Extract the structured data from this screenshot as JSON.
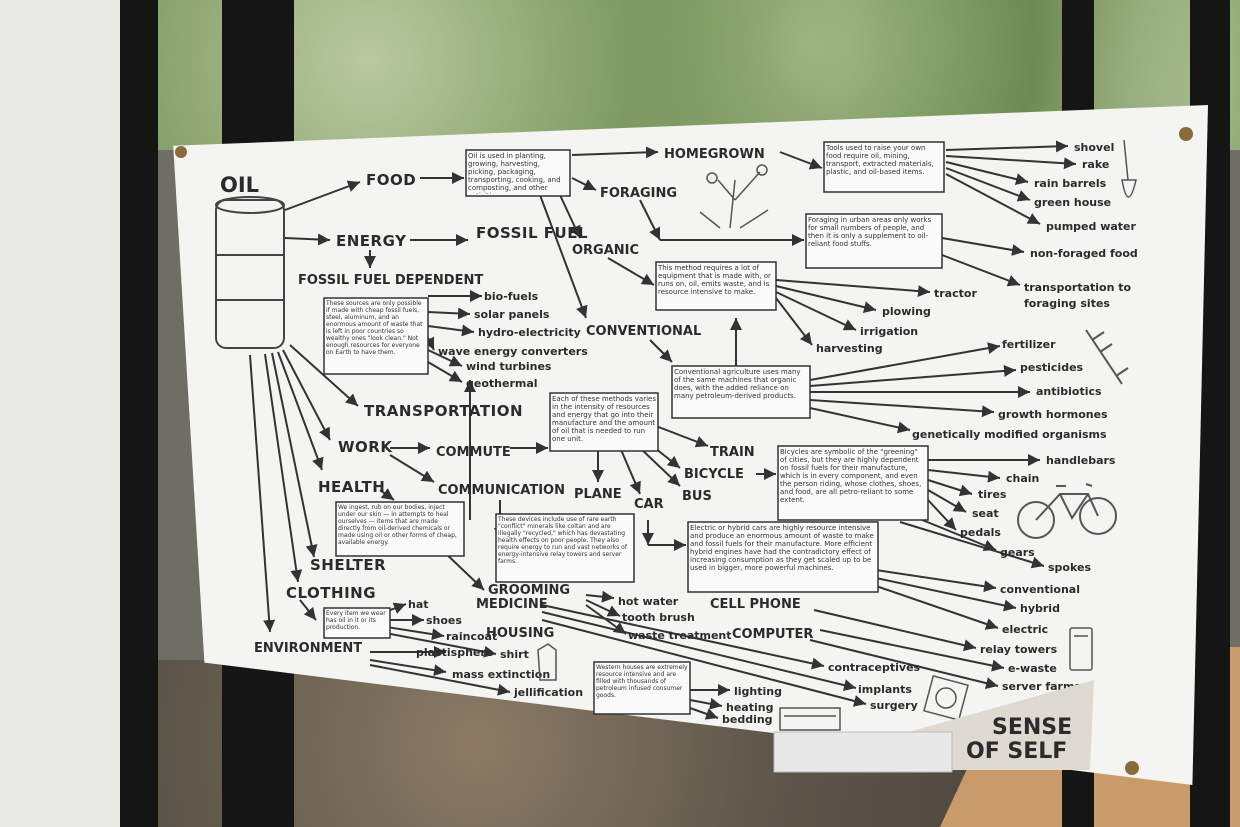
{
  "title": "OIL",
  "categories": {
    "food": "FOOD",
    "energy": "ENERGY",
    "fossil_fuel": "FOSSIL FUEL",
    "fossil_fuel_dependent": "FOSSIL FUEL DEPENDENT",
    "transportation": "TRANSPORTATION",
    "work": "WORK",
    "commute": "COMMUTE",
    "communication": "COMMUNICATION",
    "health": "HEALTH",
    "shelter": "SHELTER",
    "clothing": "CLOTHING",
    "environment": "ENVIRONMENT",
    "homegrown": "HOMEGROWN",
    "foraging": "FORAGING",
    "organic": "ORGANIC",
    "conventional": "CONVENTIONAL",
    "train": "TRAIN",
    "bicycle": "BICYCLE",
    "bus": "BUS",
    "plane": "PLANE",
    "car": "CAR",
    "grooming": "GROOMING",
    "medicine": "MEDICINE",
    "housing": "HOUSING",
    "cell_phone": "CELL PHONE",
    "computer": "COMPUTER"
  },
  "items": {
    "homegrown_tools": [
      "shovel",
      "rake",
      "rain barrels",
      "green house",
      "pumped water"
    ],
    "foraging": [
      "non-foraged food",
      "transportation to",
      "foraging sites"
    ],
    "organic": [
      "tractor",
      "plowing",
      "irrigation",
      "harvesting"
    ],
    "conventional": [
      "fertilizer",
      "pesticides",
      "antibiotics",
      "growth hormones",
      "genetically modified organisms"
    ],
    "energy": [
      "bio-fuels",
      "solar panels",
      "hydro-electricity",
      "wave energy converters",
      "wind turbines",
      "geothermal"
    ],
    "bicycle": [
      "handlebars",
      "chain",
      "tires",
      "seat",
      "pedals",
      "gears",
      "spokes"
    ],
    "car": [
      "conventional",
      "hybrid",
      "electric"
    ],
    "computer": [
      "relay towers",
      "e-waste",
      "server farms"
    ],
    "grooming": [
      "hot water",
      "tooth brush",
      "waste treatment"
    ],
    "medicine": [
      "contraceptives",
      "implants",
      "surgery"
    ],
    "clothing": [
      "hat",
      "shoes",
      "raincoat",
      "shirt"
    ],
    "environment": [
      "plastisphere",
      "mass extinction",
      "jellification"
    ],
    "housing": [
      "lighting",
      "heating",
      "bedding"
    ]
  },
  "notes": {
    "food": "Oil is used in planting, growing, harvesting, picking, packaging, transporting, cooking, and composting, and other activities.",
    "homegrown": "Tools used to raise your own food require oil, mining, transport, extracted materials, plastic, and oil-based items.",
    "foraging": "Foraging in urban areas only works for small numbers of people, and then it is only a supplement to oil-reliant food stuffs.",
    "organic": "This method requires a lot of equipment that is made with, or runs on, oil, emits waste, and is resource intensive to make.",
    "conventional": "Conventional agriculture uses many of the same machines that organic does, with the added reliance on many petroleum-derived products.",
    "energy": "These sources are only possible if made with cheap fossil fuels, steel, aluminum, and an enormous amount of waste that is left in poor countries so wealthy ones \"look clean.\" Not enough resources for everyone on Earth to have them.",
    "transportation": "Each of these methods varies in the intensity of resources and energy that go into their manufacture and the amount of oil that is needed to run one unit.",
    "bicycle": "Bicycles are symbolic of the \"greening\" of cities, but they are highly dependent on fossil fuels for their manufacture, which is in every component, and even the person riding, whose clothes, shoes, and food, are all petro-reliant to some extent.",
    "health": "We ingest, rub on our bodies, inject under our skin — in attempts to heal ourselves — items that are made directly from oil-derived chemicals or made using oil or other forms of cheap, available energy.",
    "communication": "These devices include use of rare earth \"conflict\" minerals like coltan and are illegally \"recycled,\" which has devastating health effects on poor people. They also require energy to run and vast networks of energy-intensive relay towers and server farms.",
    "car": "Electric or hybrid cars are highly resource intensive and produce an enormous amount of waste to make and fossil fuels for their manufacture. More efficient hybrid engines have had the contradictory effect of increasing consumption as they get scaled up to be used in bigger, more powerful machines.",
    "clothing": "Every item we wear has oil in it or its production.",
    "housing": "Western houses are extremely resource intensive and are filled with thousands of petroleum infused consumer goods."
  },
  "footer": {
    "line1": "SENSE",
    "line2": "OF SELF"
  }
}
